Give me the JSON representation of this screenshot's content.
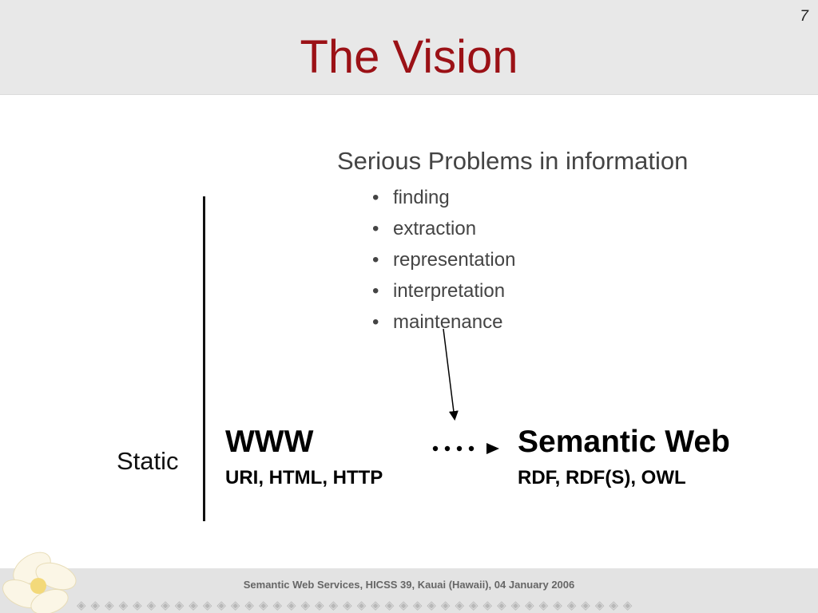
{
  "slide": {
    "number": "7",
    "title": "The Vision"
  },
  "problems": {
    "heading": "Serious Problems in information",
    "items": [
      "finding",
      "extraction",
      "representation",
      "interpretation",
      "maintenance"
    ]
  },
  "axis": {
    "label": "Static"
  },
  "www": {
    "title": "WWW",
    "technologies": "URI, HTML, HTTP"
  },
  "semantic_web": {
    "title": "Semantic Web",
    "technologies": "RDF, RDF(S), OWL"
  },
  "footer": {
    "text": "Semantic Web Services, HICSS 39, Kauai (Hawaii), 04 January 2006"
  },
  "colors": {
    "title": "#9b1116",
    "header_bg": "#e8e8e8"
  }
}
